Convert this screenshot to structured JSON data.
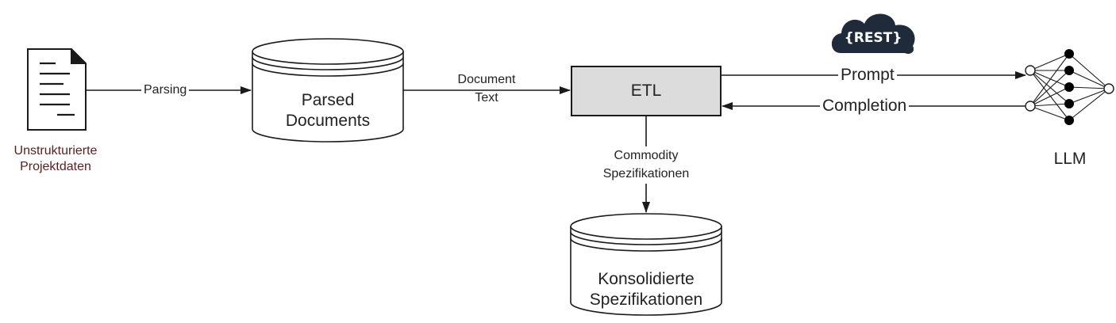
{
  "source": {
    "line1": "Unstrukturierte",
    "line2": "Projektdaten"
  },
  "edges": {
    "parsing": "Parsing",
    "document_text": {
      "line1": "Document",
      "line2": "Text"
    },
    "prompt": "Prompt",
    "completion": "Completion",
    "commodity": {
      "line1": "Commodity",
      "line2": "Spezifikationen"
    }
  },
  "nodes": {
    "parsed": {
      "line1": "Parsed",
      "line2": "Documents"
    },
    "etl": "ETL",
    "consolidated": {
      "line1": "Konsolidierte",
      "line2": "Spezifikationen"
    },
    "llm": "LLM",
    "rest": "{REST}"
  },
  "colors": {
    "etl_fill": "#dcdcdc",
    "source_text": "#5a1e1e",
    "cloud": "#1f2a3a",
    "stroke": "#1a1a1a"
  }
}
